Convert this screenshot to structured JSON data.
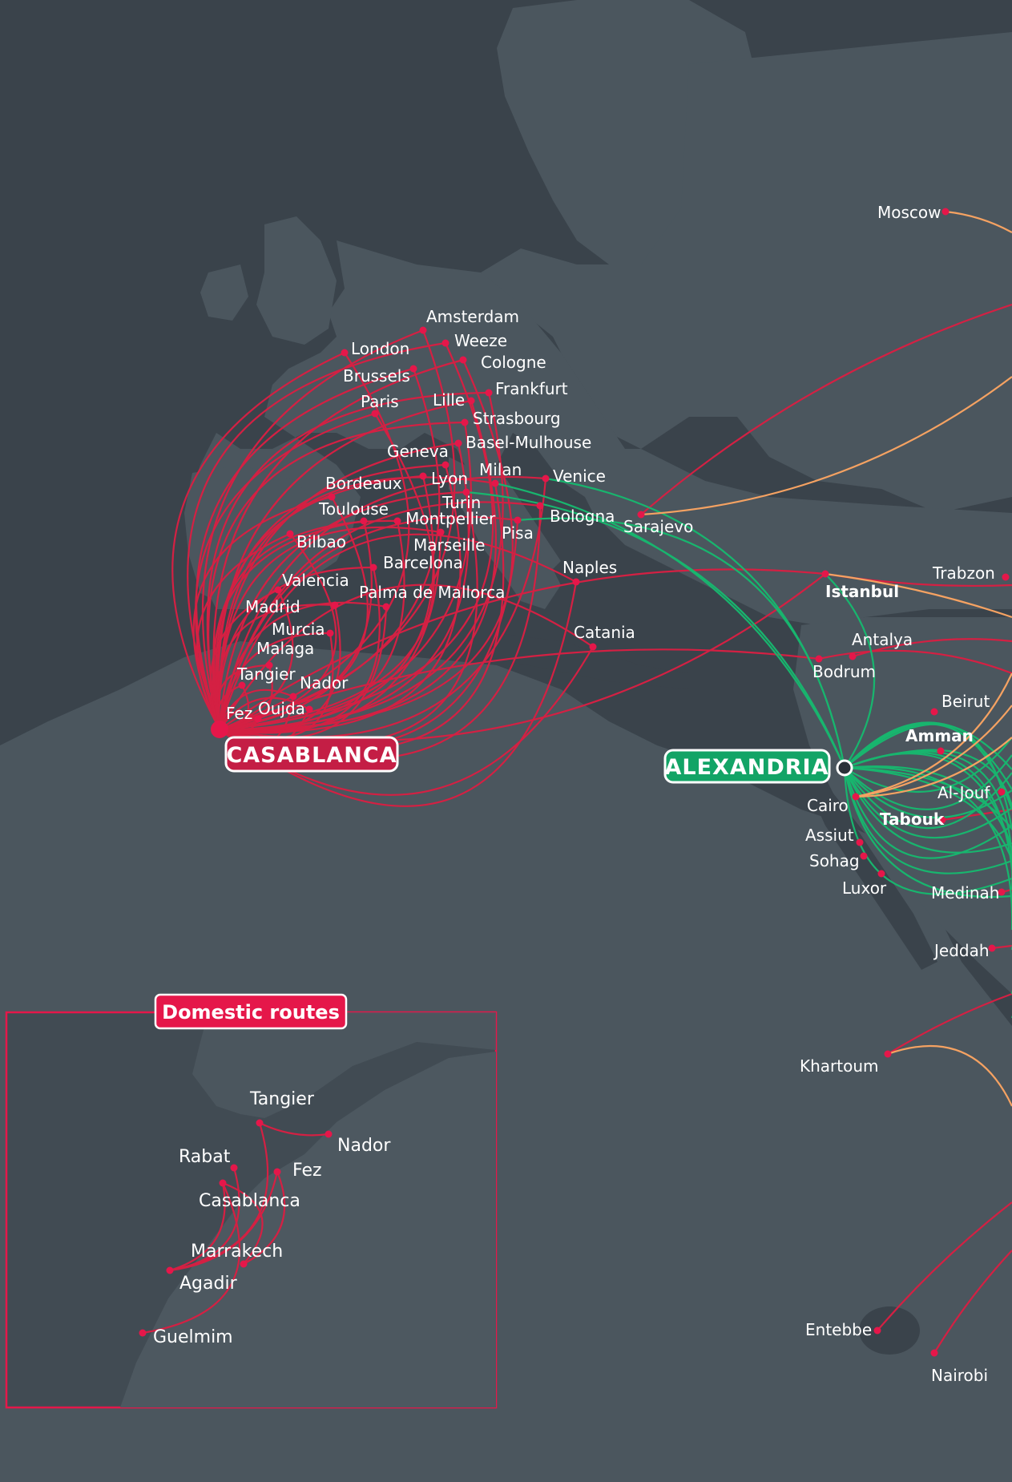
{
  "colors": {
    "sea": "#3a434b",
    "land": "#4b565e",
    "red_route": "#d42043",
    "green_route": "#18b56e",
    "orange_route": "#f5a262",
    "city_dot": "#e5174a"
  },
  "hubs": {
    "casablanca": "CASABLANCA",
    "alexandria": "ALEXANDRIA"
  },
  "inset": {
    "title": "Domestic routes",
    "cities": {
      "tangier": "Tangier",
      "nador": "Nador",
      "rabat": "Rabat",
      "fez": "Fez",
      "casablanca": "Casablanca",
      "marrakech": "Marrakech",
      "agadir": "Agadir",
      "guelmim": "Guelmim"
    }
  },
  "cities": {
    "moscow": "Moscow",
    "amsterdam": "Amsterdam",
    "london": "London",
    "weeze": "Weeze",
    "cologne": "Cologne",
    "brussels": "Brussels",
    "frankfurt": "Frankfurt",
    "lille": "Lille",
    "paris": "Paris",
    "strasbourg": "Strasbourg",
    "basel": "Basel-Mulhouse",
    "geneva": "Geneva",
    "milan": "Milan",
    "venice": "Venice",
    "lyon": "Lyon",
    "bordeaux": "Bordeaux",
    "turin": "Turin",
    "toulouse": "Toulouse",
    "montpellier": "Montpellier",
    "bologna": "Bologna",
    "sarajevo": "Sarajevo",
    "bilbao": "Bilbao",
    "marseille": "Marseille",
    "pisa": "Pisa",
    "barcelona": "Barcelona",
    "naples": "Naples",
    "valencia": "Valencia",
    "palma": "Palma de Mallorca",
    "madrid": "Madrid",
    "murcia": "Murcia",
    "catania": "Catania",
    "malaga": "Malaga",
    "tangier": "Tangier",
    "nador": "Nador",
    "fez": "Fez",
    "oujda": "Oujda",
    "trabzon": "Trabzon",
    "istanbul": "Istanbul",
    "antalya": "Antalya",
    "bodrum": "Bodrum",
    "beirut": "Beirut",
    "amman": "Amman",
    "aljouf": "Al-Jouf",
    "cairo": "Cairo",
    "tabouk": "Tabouk",
    "assiut": "Assiut",
    "sohag": "Sohag",
    "luxor": "Luxor",
    "medinah": "Medinah",
    "jeddah": "Jeddah",
    "khartoum": "Khartoum",
    "entebbe": "Entebbe",
    "nairobi": "Nairobi"
  }
}
